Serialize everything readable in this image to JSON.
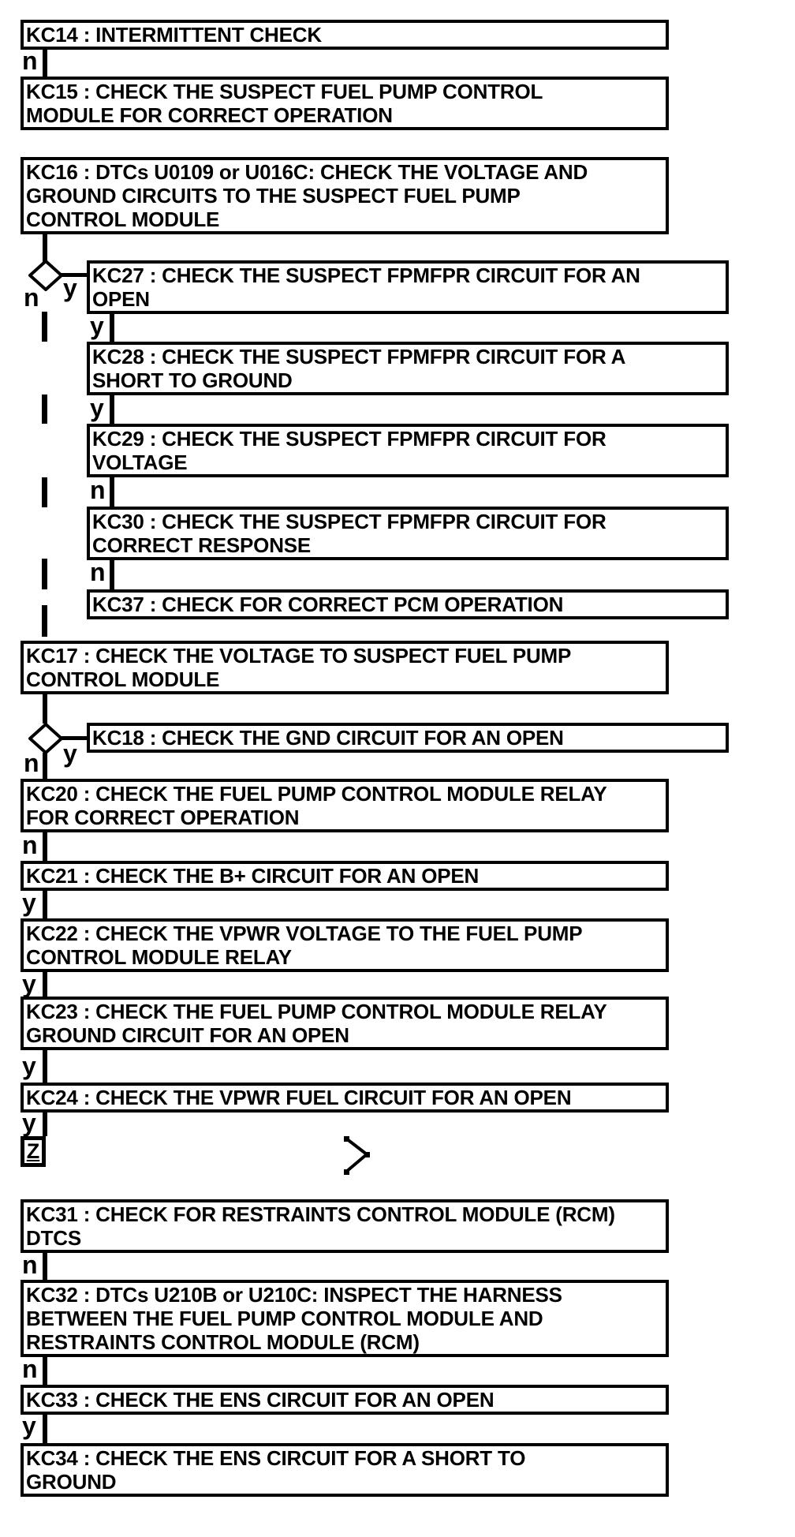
{
  "diagram": {
    "type": "flowchart",
    "description_visible_text_only": true,
    "accent_color": "#000000",
    "background_color": "#ffffff"
  },
  "nodes": {
    "kc14": {
      "lines": [
        "KC14 : INTERMITTENT CHECK"
      ]
    },
    "kc15": {
      "lines": [
        "KC15 : CHECK THE SUSPECT FUEL PUMP CONTROL",
        "MODULE FOR CORRECT OPERATION"
      ]
    },
    "kc16": {
      "lines": [
        "KC16 : DTCs U0109 or U016C: CHECK THE VOLTAGE AND",
        "GROUND CIRCUITS TO THE SUSPECT FUEL PUMP",
        "CONTROL MODULE"
      ]
    },
    "kc27": {
      "lines": [
        "KC27 : CHECK THE SUSPECT FPMFPR CIRCUIT FOR AN",
        "OPEN"
      ]
    },
    "kc28": {
      "lines": [
        "KC28 : CHECK THE SUSPECT FPMFPR CIRCUIT FOR A",
        "SHORT TO GROUND"
      ]
    },
    "kc29": {
      "lines": [
        "KC29 : CHECK THE SUSPECT FPMFPR CIRCUIT FOR",
        "VOLTAGE"
      ]
    },
    "kc30": {
      "lines": [
        "KC30 : CHECK THE SUSPECT FPMFPR CIRCUIT FOR",
        "CORRECT RESPONSE"
      ]
    },
    "kc37": {
      "lines": [
        "KC37 : CHECK FOR CORRECT PCM OPERATION"
      ]
    },
    "kc17": {
      "lines": [
        "KC17 : CHECK THE VOLTAGE TO SUSPECT FUEL PUMP",
        "CONTROL MODULE"
      ]
    },
    "kc18": {
      "lines": [
        "KC18 : CHECK THE GND CIRCUIT FOR AN OPEN"
      ]
    },
    "kc20": {
      "lines": [
        "KC20 : CHECK THE FUEL PUMP CONTROL MODULE RELAY",
        "FOR CORRECT OPERATION"
      ]
    },
    "kc21": {
      "lines": [
        "KC21 : CHECK THE B+ CIRCUIT FOR AN OPEN"
      ]
    },
    "kc22": {
      "lines": [
        "KC22 : CHECK THE VPWR VOLTAGE TO THE FUEL PUMP",
        "CONTROL MODULE RELAY"
      ]
    },
    "kc23": {
      "lines": [
        "KC23 : CHECK THE FUEL PUMP CONTROL MODULE RELAY",
        "GROUND CIRCUIT FOR AN OPEN"
      ]
    },
    "kc24": {
      "lines": [
        "KC24 : CHECK THE VPWR FUEL CIRCUIT FOR AN OPEN"
      ]
    },
    "kc31": {
      "lines": [
        "KC31 : CHECK FOR RESTRAINTS CONTROL MODULE (RCM)",
        "DTCS"
      ]
    },
    "kc32": {
      "lines": [
        "KC32 : DTCs U210B or U210C: INSPECT THE HARNESS",
        "BETWEEN THE FUEL PUMP CONTROL MODULE AND",
        "RESTRAINTS CONTROL MODULE (RCM)"
      ]
    },
    "kc33": {
      "lines": [
        "KC33 : CHECK THE ENS CIRCUIT FOR AN OPEN"
      ]
    },
    "kc34": {
      "lines": [
        "KC34 : CHECK THE ENS CIRCUIT FOR A SHORT TO",
        "GROUND"
      ]
    }
  },
  "edges": {
    "kc14_out": {
      "label": "n"
    },
    "d1_yes": {
      "label": "y"
    },
    "d1_no": {
      "label": "n"
    },
    "kc27_out": {
      "label": "y"
    },
    "kc28_out": {
      "label": "y"
    },
    "kc29_out": {
      "label": "n"
    },
    "kc30_out": {
      "label": "n"
    },
    "d2_yes": {
      "label": "y"
    },
    "d2_no": {
      "label": "n"
    },
    "kc20_out": {
      "label": "n"
    },
    "kc21_out": {
      "label": "y"
    },
    "kc22_out": {
      "label": "y"
    },
    "kc23_out": {
      "label": "y"
    },
    "kc24_out": {
      "label": "y"
    },
    "kc31_out": {
      "label": "n"
    },
    "kc32_out": {
      "label": "n"
    },
    "kc33_out": {
      "label": "y"
    }
  },
  "offpage_connector": {
    "label": "Z"
  }
}
